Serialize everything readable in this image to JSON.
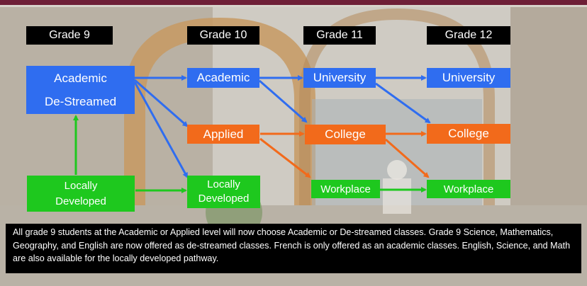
{
  "headers": {
    "g9": "Grade 9",
    "g10": "Grade 10",
    "g11": "Grade 11",
    "g12": "Grade 12"
  },
  "grade9": {
    "academic_line1": "Academic",
    "academic_line2": "De-Streamed",
    "local_line1": "Locally",
    "local_line2": "Developed"
  },
  "grade10": {
    "academic": "Academic",
    "applied": "Applied",
    "local_line1": "Locally",
    "local_line2": "Developed"
  },
  "grade11": {
    "university": "University",
    "college": "College",
    "workplace": "Workplace"
  },
  "grade12": {
    "university": "University",
    "college": "College",
    "workplace": "Workplace"
  },
  "caption": "All grade 9 students at the Academic or Applied level will now choose Academic or De-streamed classes. Grade 9 Science, Mathematics, Geography, and English are now offered as de-streamed classes. French is only offered as an academic classes. English, Science, and Math are also available for the locally developed pathway.",
  "colors": {
    "academic": "#2f6df0",
    "applied": "#f26a1b",
    "local": "#1ec81e",
    "header": "#000000",
    "topbar": "#6e1f37"
  }
}
